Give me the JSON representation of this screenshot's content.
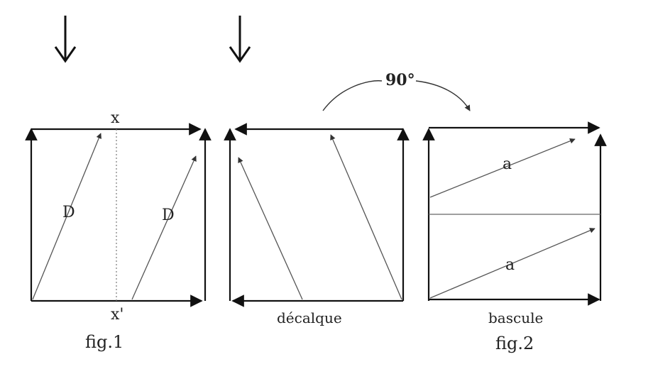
{
  "labels": {
    "x_top": "x",
    "x_bottom": "x'",
    "d_left": "D",
    "d_right": "D",
    "angle": "90°",
    "a_top": "a",
    "a_bottom": "a",
    "caption_decalque": "décalque",
    "caption_bascule": "bascule",
    "fig1": "fig.1",
    "fig2": "fig.2"
  },
  "colors": {
    "ink": "#111111",
    "thin_line": "#555555",
    "dotted": "#777777"
  }
}
